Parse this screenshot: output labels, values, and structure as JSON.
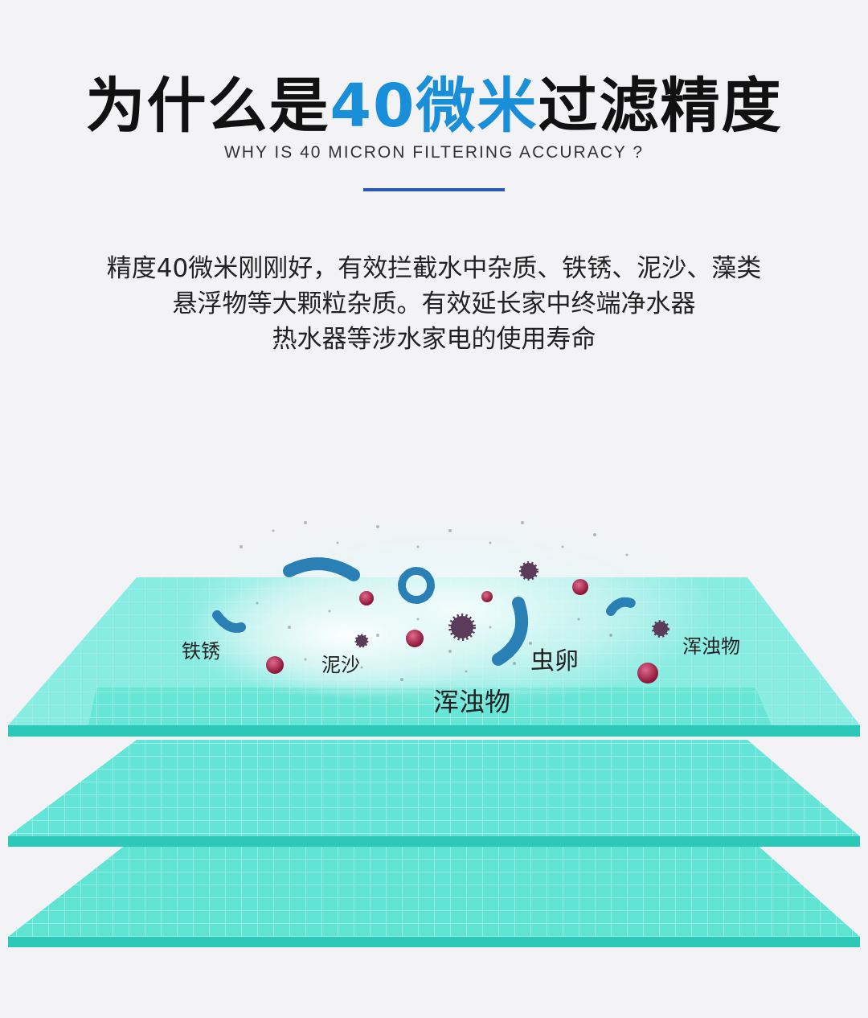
{
  "header": {
    "title_prefix": "为什么是",
    "title_highlight": "40微米",
    "title_suffix": "过滤精度",
    "subtitle": "WHY IS 40 MICRON FILTERING ACCURACY ?"
  },
  "description": {
    "lines": [
      "精度40微米刚刚好，有效拦截水中杂质、铁锈、泥沙、藻类",
      "悬浮物等大颗粒杂质。有效延长家中终端净水器",
      "热水器等涉水家电的使用寿命"
    ]
  },
  "illustration": {
    "labels": {
      "rust": "铁锈",
      "sand": "泥沙",
      "eggs": "虫卵",
      "turbid_right": "浑浊物",
      "turbid_center": "浑浊物"
    }
  },
  "colors": {
    "accent": "#1a8fd9",
    "divider": "#2a58b8",
    "filter_layer": "#5fe3d3",
    "filter_edge": "#2cc9b9",
    "particle": "#b1284f"
  }
}
